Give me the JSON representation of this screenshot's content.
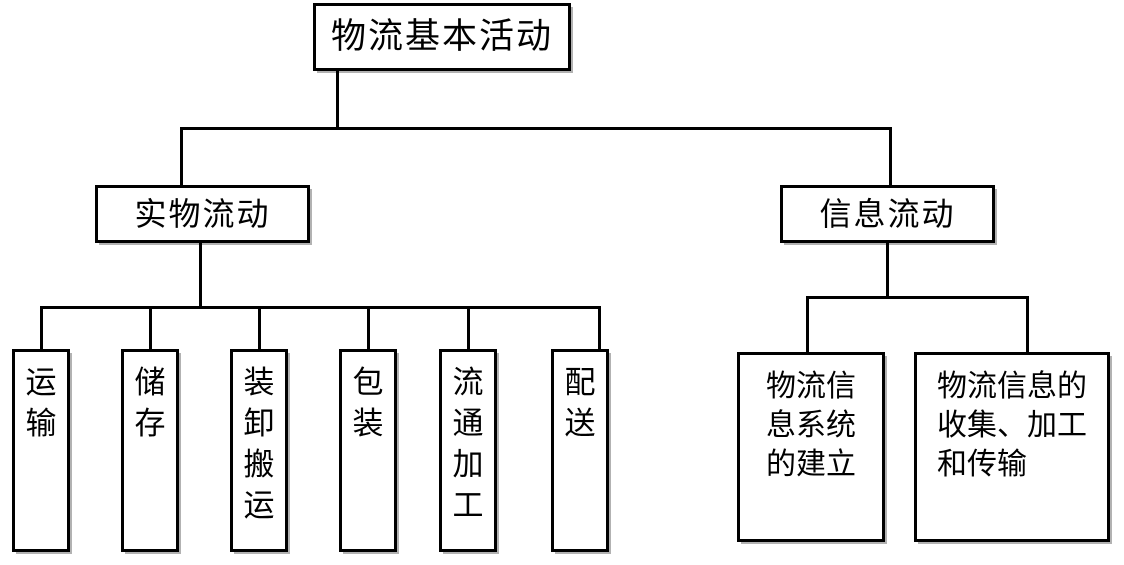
{
  "diagram": {
    "title_text": "物流基本活动",
    "type": "tree-hierarchy-chart",
    "root": {
      "label": "物流基本活动"
    },
    "branches": [
      {
        "label": "实物流动",
        "children": [
          {
            "label": "运\n输"
          },
          {
            "label": "储\n存"
          },
          {
            "label": "装\n卸\n搬\n运"
          },
          {
            "label": "包\n装"
          },
          {
            "label": "流\n通\n加\n工"
          },
          {
            "label": "配\n送"
          }
        ]
      },
      {
        "label": "信息流动",
        "children": [
          {
            "label": "物流信\n息系统\n的建立"
          },
          {
            "label": "物流信息的\n收集、加工\n和传输"
          }
        ]
      }
    ],
    "colors": {
      "box_border": "#000000",
      "box_fill": "#ffffff",
      "connector": "#000000",
      "text": "#000000",
      "background": "#ffffff"
    }
  }
}
